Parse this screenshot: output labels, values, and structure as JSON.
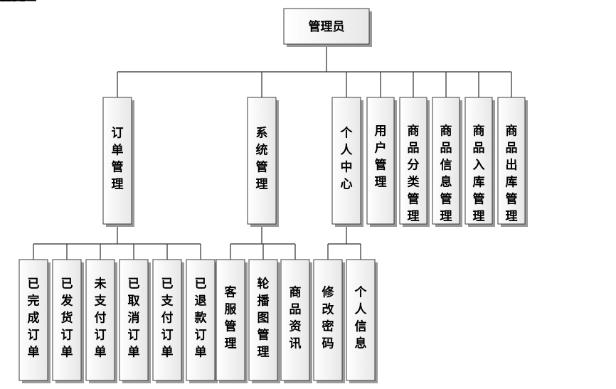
{
  "root": {
    "label": "管理员"
  },
  "level1": [
    {
      "id": "orders",
      "label": "订单管理"
    },
    {
      "id": "system",
      "label": "系统管理"
    },
    {
      "id": "personal",
      "label": "个人中心"
    },
    {
      "id": "users",
      "label": "用户管理"
    },
    {
      "id": "category",
      "label": "商品分类管理"
    },
    {
      "id": "goods",
      "label": "商品信息管理"
    },
    {
      "id": "stock-in",
      "label": "商品入库管理"
    },
    {
      "id": "stock-out",
      "label": "商品出库管理"
    }
  ],
  "level2": {
    "orders": [
      {
        "id": "completed",
        "label": "已完成订单"
      },
      {
        "id": "shipped",
        "label": "已发货订单"
      },
      {
        "id": "unpaid",
        "label": "未支付订单"
      },
      {
        "id": "cancelled",
        "label": "已取消订单"
      },
      {
        "id": "paid",
        "label": "已支付订单"
      },
      {
        "id": "refunded",
        "label": "已退款订单"
      }
    ],
    "system": [
      {
        "id": "support",
        "label": "客服管理"
      },
      {
        "id": "carousel",
        "label": "轮播图管理"
      },
      {
        "id": "news",
        "label": "商品资讯"
      }
    ],
    "personal": [
      {
        "id": "password",
        "label": "修改密码"
      },
      {
        "id": "profile",
        "label": "个人信息"
      }
    ]
  }
}
